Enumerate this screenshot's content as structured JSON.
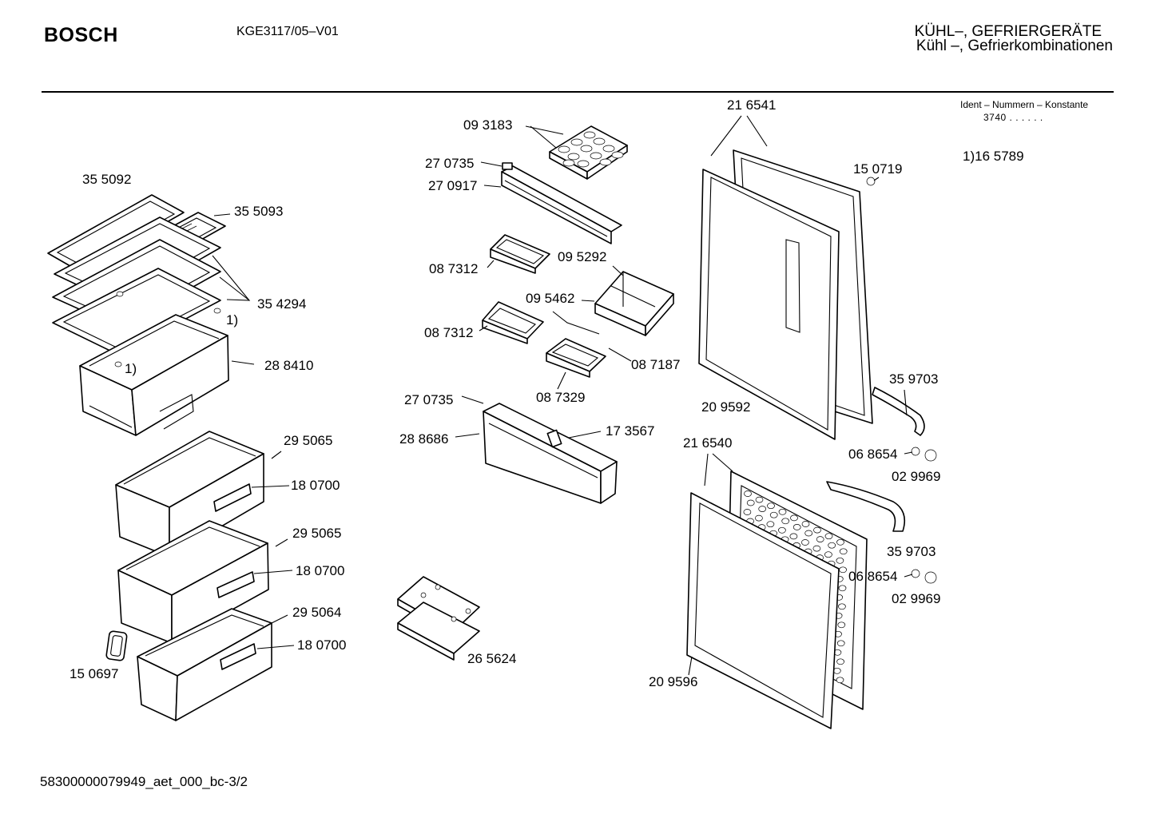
{
  "header": {
    "brand": "BOSCH",
    "model": "KGE3117/05–V01",
    "category_line1": "KÜHL–, GEFRIERGERÄTE",
    "category_line2": "Kühl –, Gefrierkombinationen",
    "ident_label": "Ident – Nummern – Konstante",
    "ident_constant": "3740  .  .    .  .  .  .",
    "footnote": "1)16 5789"
  },
  "footer": {
    "document_id": "58300000079949_aet_000_bc-3/2"
  },
  "part_labels": {
    "p355092": "35 5092",
    "p355093": "35 5093",
    "p354294": "35 4294",
    "ref1_upper": "1)",
    "ref1_lower": "1)",
    "p288410": "28 8410",
    "p295065_a": "29 5065",
    "p180700_a": "18 0700",
    "p295065_b": "29 5065",
    "p180700_b": "18 0700",
    "p295064": "29 5064",
    "p180700_c": "18 0700",
    "p150697": "15 0697",
    "p093183": "09 3183",
    "p270735_a": "27 0735",
    "p270917": "27 0917",
    "p087312_a": "08 7312",
    "p095292": "09 5292",
    "p095462": "09 5462",
    "p087312_b": "08 7312",
    "p087187": "08 7187",
    "p087329": "08 7329",
    "p270735_b": "27 0735",
    "p288686": "28 8686",
    "p173567": "17 3567",
    "p265624": "26 5624",
    "p216541": "21 6541",
    "p150719": "15 0719",
    "p209592": "20 9592",
    "p359703_a": "35 9703",
    "p068654_a": "06 8654",
    "p029969_a": "02 9969",
    "p216540": "21 6540",
    "p359703_b": "35 9703",
    "p068654_b": "06 8654",
    "p029969_b": "02 9969",
    "p209596": "20 9596"
  }
}
